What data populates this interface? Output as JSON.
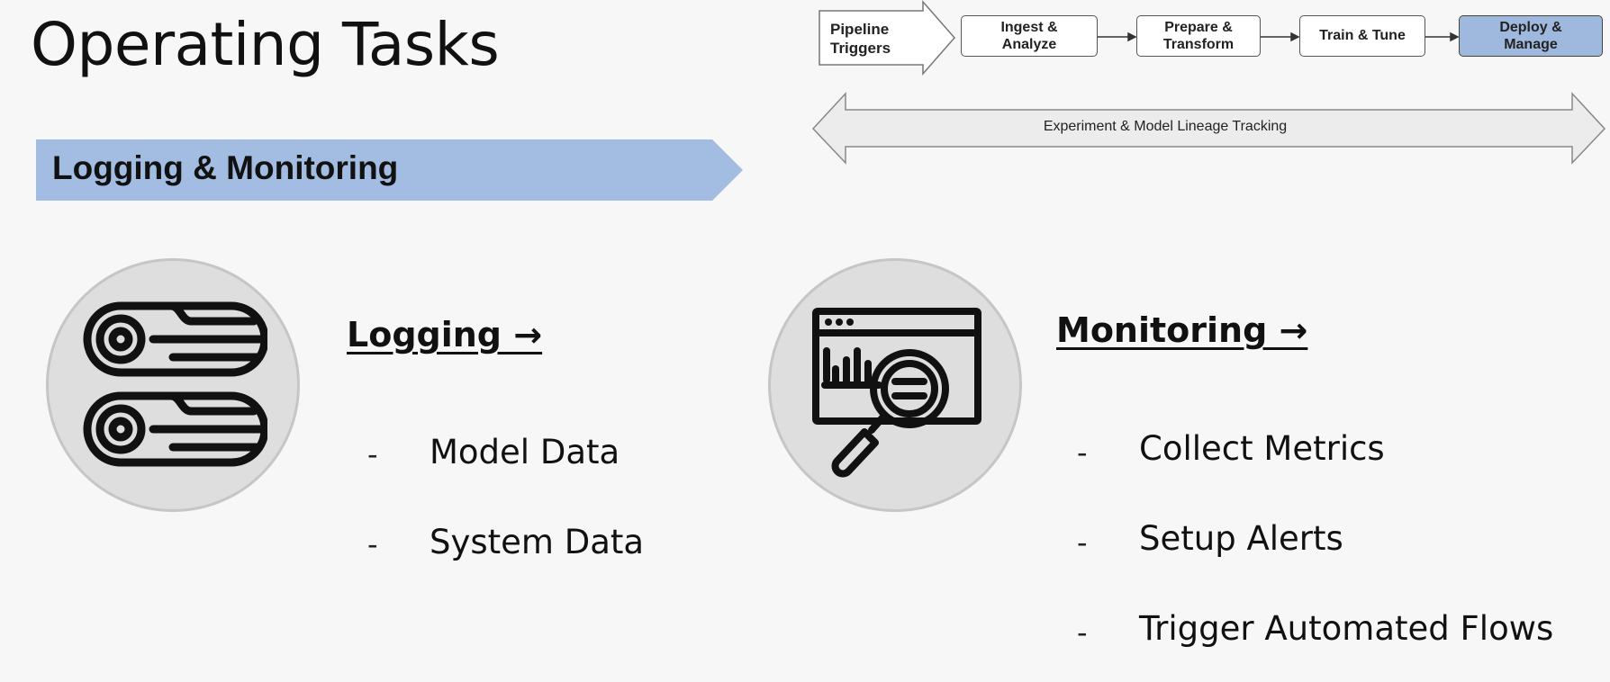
{
  "title": "Operating Tasks",
  "banner": {
    "label": "Logging & Monitoring",
    "color": "#a3bde2"
  },
  "pipeline": {
    "trigger": "Pipeline\nTriggers",
    "stages": [
      {
        "label": "Ingest &\nAnalyze",
        "active": false
      },
      {
        "label": "Prepare &\nTransform",
        "active": false
      },
      {
        "label": "Train & Tune",
        "active": false
      },
      {
        "label": "Deploy &\nManage",
        "active": true
      }
    ],
    "lineage": "Experiment & Model Lineage Tracking"
  },
  "logging": {
    "heading": "Logging →",
    "icon": "logs-icon",
    "bullets": [
      {
        "dash": "-",
        "text": "Model Data"
      },
      {
        "dash": "-",
        "text": "System Data"
      }
    ]
  },
  "monitoring": {
    "heading": "Monitoring →",
    "icon": "dashboard-magnifier-icon",
    "bullets": [
      {
        "dash": "-",
        "text": "Collect Metrics"
      },
      {
        "dash": "-",
        "text": "Setup Alerts"
      },
      {
        "dash": "-",
        "text": "Trigger Automated Flows"
      }
    ]
  }
}
